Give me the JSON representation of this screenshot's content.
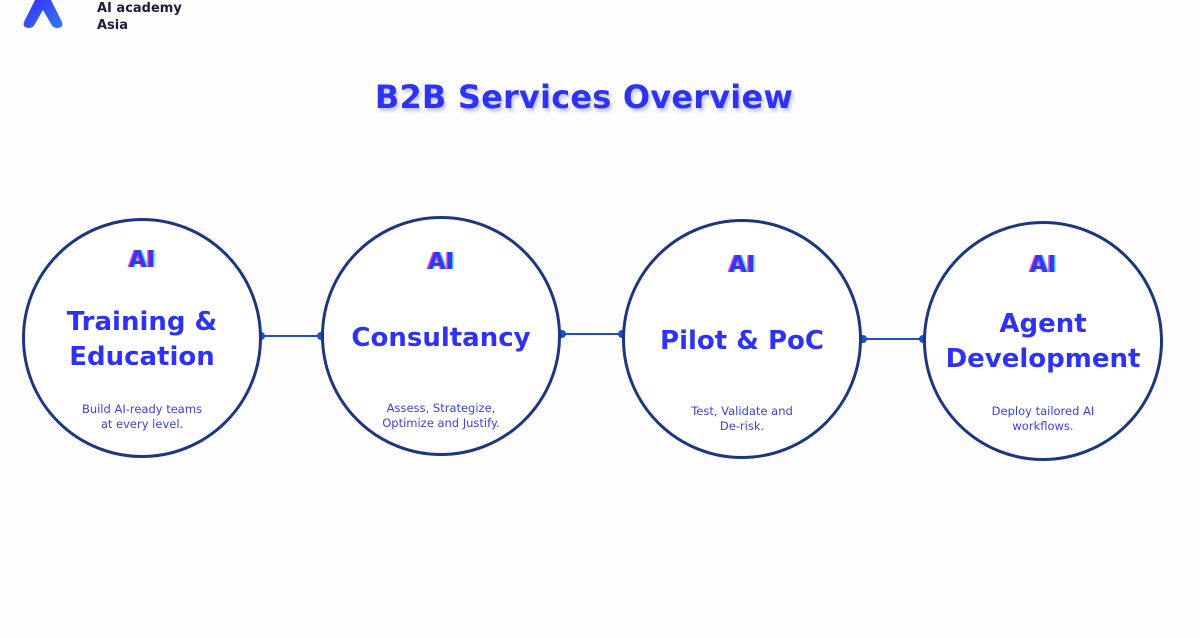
{
  "logo": {
    "line1": "AI academy",
    "line2": "Asia"
  },
  "title": "B2B Services Overview",
  "colors": {
    "accent": "#2d32f5",
    "circle_border": "#1c3680",
    "connector": "#1b4fc4"
  },
  "services": [
    {
      "tag": "AI",
      "title_lines": [
        "Training &",
        "Education"
      ],
      "desc_lines": [
        "Build AI-ready teams",
        "at every level."
      ]
    },
    {
      "tag": "AI",
      "title_lines": [
        "Consultancy"
      ],
      "desc_lines": [
        "Assess, Strategize,",
        "Optimize and Justify."
      ]
    },
    {
      "tag": "AI",
      "title_lines": [
        "Pilot & PoC"
      ],
      "desc_lines": [
        "Test, Validate and",
        "De-risk."
      ]
    },
    {
      "tag": "AI",
      "title_lines": [
        "Agent",
        "Development"
      ],
      "desc_lines": [
        "Deploy tailored AI",
        "workflows."
      ]
    }
  ]
}
